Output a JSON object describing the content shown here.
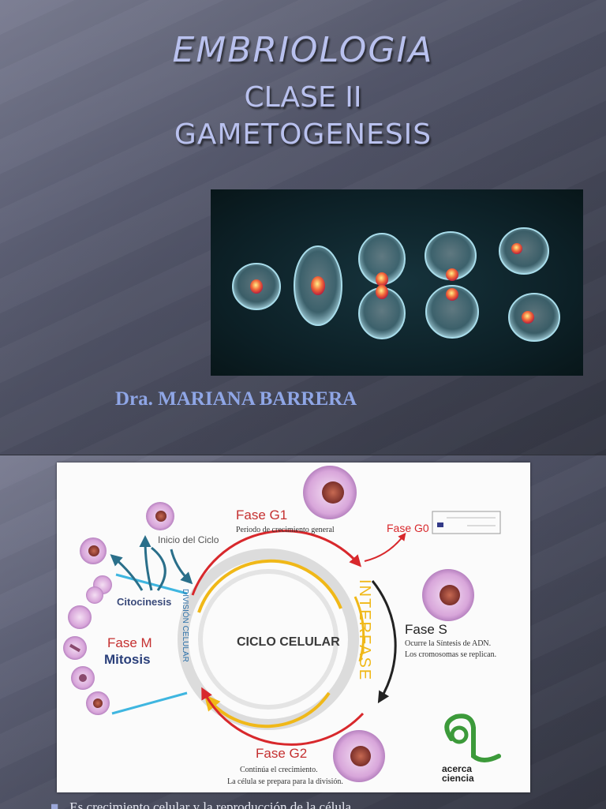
{
  "slide1": {
    "title": "EMBRIOLOGIA",
    "subtitle1": "CLASE II",
    "subtitle2": "GAMETOGENESIS",
    "author": "Dra. MARIANA BARRERA"
  },
  "diagram": {
    "center_label": "CICLO CELULAR",
    "interfase_label": "INTERFASE",
    "division_label": "DIVISIÓN CELULAR",
    "g1_title": "Fase G1",
    "g1_desc": "Periodo de crecimiento general",
    "g0_title": "Fase G0",
    "s_title": "Fase S",
    "s_desc1": "Ocurre la Síntesis de ADN.",
    "s_desc2": "Los cromosomas se replican.",
    "g2_title": "Fase G2",
    "g2_desc1": "Continúa el crecimiento.",
    "g2_desc2": "La célula se prepara para la división.",
    "m_title": "Fase M",
    "m_sub": "Mitosis",
    "citocinesis": "Citocinesis",
    "inicio": "Inicio del Ciclo",
    "logo_line1": "acerca",
    "logo_line2": "ciencia"
  },
  "slide2": {
    "bullet_text": "Es crecimiento celular y la reproducción de la célula"
  },
  "colors": {
    "title": "#b9c1ee",
    "author": "#8fa6e6",
    "arrow_red": "#d8282c",
    "arrow_yellow": "#f0b818",
    "arrow_blue": "#2a6f8a",
    "cyan_line": "#3fb6e0",
    "logo_green": "#3c9a3a"
  }
}
